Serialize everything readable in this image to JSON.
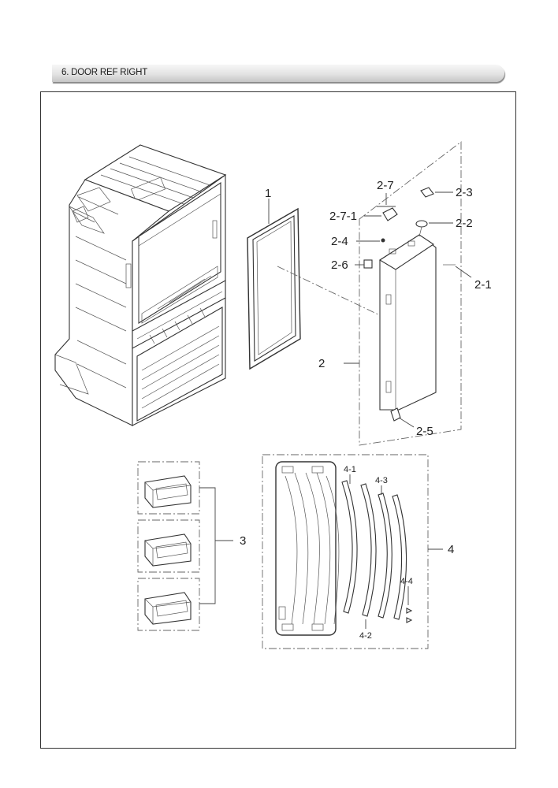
{
  "header": {
    "title": "6. DOOR REF RIGHT"
  },
  "callouts": {
    "p1": "1",
    "p2": "2",
    "p2_1": "2-1",
    "p2_2": "2-2",
    "p2_3": "2-3",
    "p2_4": "2-4",
    "p2_5": "2-5",
    "p2_6": "2-6",
    "p2_7": "2-7",
    "p2_7_1": "2-7-1",
    "p3": "3",
    "p4": "4",
    "p4_1": "4-1",
    "p4_2": "4-2",
    "p4_3": "4-3",
    "p4_4": "4-4"
  },
  "icons": {
    "cabinet": "refrigerator-cabinet-icon",
    "gasket": "door-gasket-icon",
    "door": "door-assembly-icon",
    "bins": "door-bin-icon",
    "shelf": "door-shelf-guard-icon"
  }
}
